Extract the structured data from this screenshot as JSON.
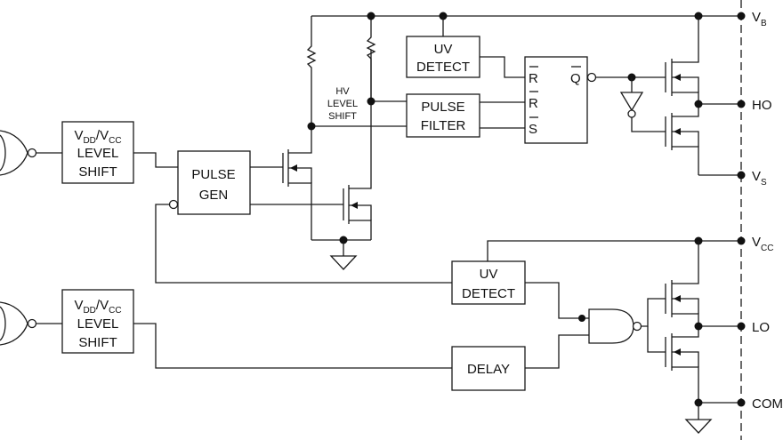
{
  "blocks": {
    "level_shift_top": {
      "vdd": "V",
      "vdd_sub": "DD",
      "vcc": "V",
      "vcc_sub": "CC",
      "line2": "LEVEL",
      "line3": "SHIFT"
    },
    "level_shift_bottom": {
      "vdd": "V",
      "vdd_sub": "DD",
      "vcc": "V",
      "vcc_sub": "CC",
      "line2": "LEVEL",
      "line3": "SHIFT"
    },
    "pulse_gen": {
      "line1": "PULSE",
      "line2": "GEN"
    },
    "hv_level_shift": {
      "line1": "HV",
      "line2": "LEVEL",
      "line3": "SHIFT"
    },
    "uv_detect_top": {
      "line1": "UV",
      "line2": "DETECT"
    },
    "pulse_filter": {
      "line1": "PULSE",
      "line2": "FILTER"
    },
    "flipflop": {
      "r1": "R",
      "r2": "R",
      "s": "S",
      "q": "Q"
    },
    "uv_detect_bottom": {
      "line1": "UV",
      "line2": "DETECT"
    },
    "delay": {
      "label": "DELAY"
    }
  },
  "pins": {
    "vb": {
      "main": "V",
      "sub": "B"
    },
    "ho": {
      "main": "HO",
      "sub": ""
    },
    "vs": {
      "main": "V",
      "sub": "S"
    },
    "vcc": {
      "main": "V",
      "sub": "CC"
    },
    "lo": {
      "main": "LO",
      "sub": ""
    },
    "com": {
      "main": "COM",
      "sub": ""
    }
  },
  "colors": {
    "line": "#1a1a1a",
    "background": "#ffffff"
  }
}
